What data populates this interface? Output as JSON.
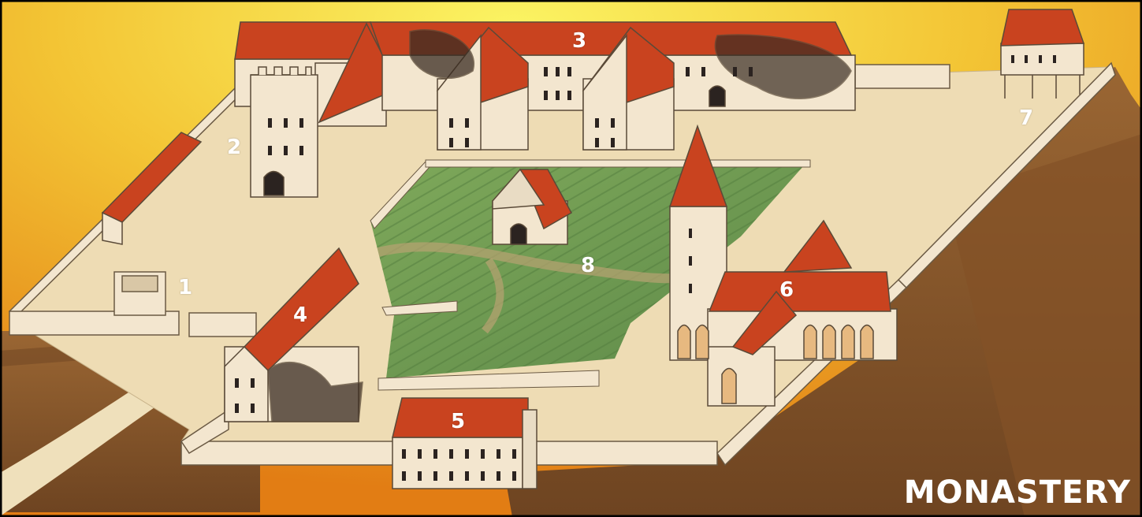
{
  "map": {
    "title": "MONASTERY",
    "locations": [
      {
        "id": "1",
        "label": "1"
      },
      {
        "id": "2",
        "label": "2"
      },
      {
        "id": "3",
        "label": "3"
      },
      {
        "id": "4",
        "label": "4"
      },
      {
        "id": "5",
        "label": "5"
      },
      {
        "id": "6",
        "label": "6"
      },
      {
        "id": "7",
        "label": "7"
      },
      {
        "id": "8",
        "label": "8"
      }
    ]
  },
  "colors": {
    "sky_top": "#f6e84a",
    "sky_bottom": "#e8951f",
    "cliff": "#8b5a2b",
    "ground": "#eedcb4",
    "wall": "#f3e6cf",
    "roof": "#c9431f",
    "garden": "#7fa35a",
    "burnt": "#3a2c22"
  }
}
